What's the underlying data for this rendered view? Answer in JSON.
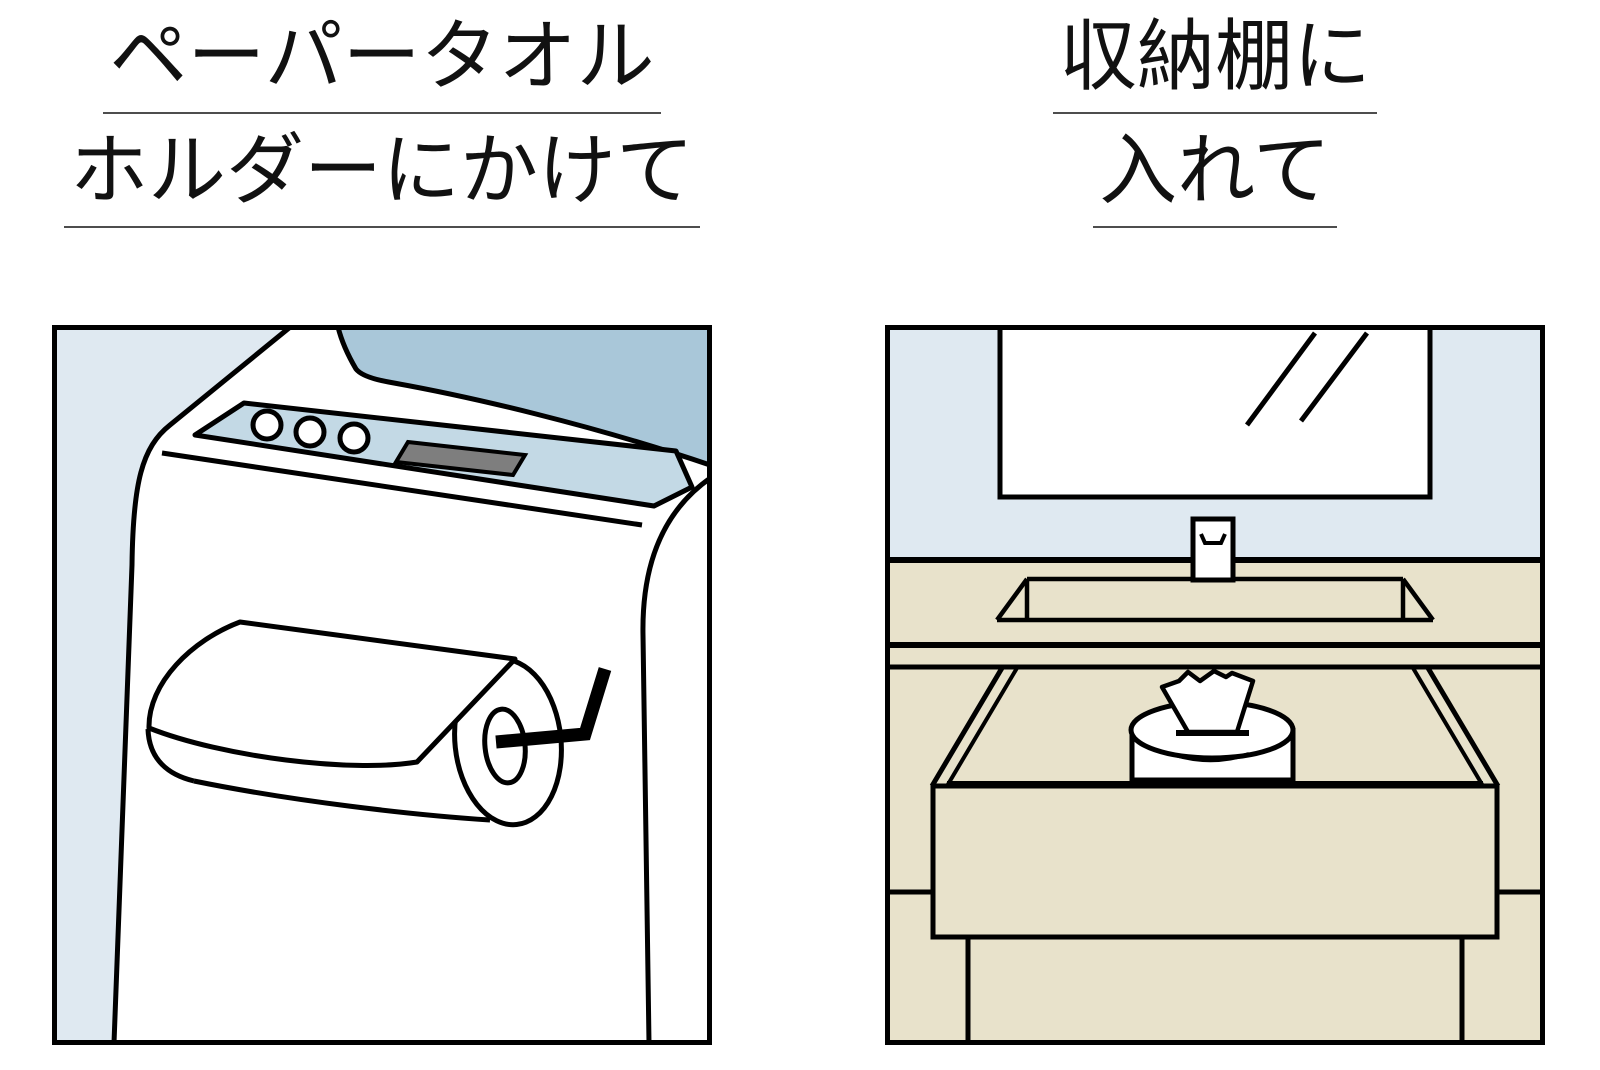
{
  "headings": {
    "left": {
      "line1": "ペーパータオル",
      "line2": "ホルダーにかけて"
    },
    "right": {
      "line1": "収納棚に",
      "line2": "入れて"
    }
  },
  "colors": {
    "page_background": "#ffffff",
    "scene_background_blue": "#dfe9f1",
    "machine_lid_blue": "#a9c7d9",
    "control_strip_blue": "#c3d9e5",
    "display_gray": "#7e7e7e",
    "counter_beige": "#e8e2cb",
    "outline_black": "#000000",
    "underline_gray": "#4d4d4d"
  }
}
